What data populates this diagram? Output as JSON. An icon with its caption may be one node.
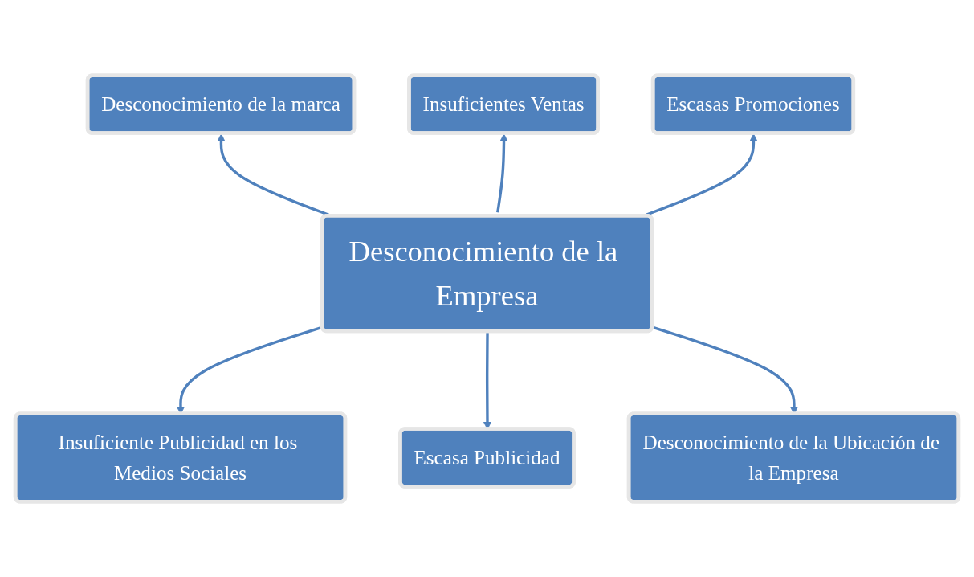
{
  "diagram": {
    "nodes": [
      {
        "text": [
          "Desconocimiento de la marca"
        ]
      },
      {
        "text": [
          "Insuficientes Ventas"
        ]
      },
      {
        "text": [
          "Escasas Promociones"
        ]
      },
      {
        "text": [
          "Desconocimiento de la Empresa"
        ]
      },
      {
        "text": [
          "Insuficiente Publicidad en los Medios Sociales"
        ]
      },
      {
        "text": [
          "Escasa Publicidad"
        ]
      },
      {
        "text": [
          "Desconocimiento de la Ubicación de la Empresa"
        ]
      }
    ],
    "edges": [
      {
        "from": 3,
        "to": 0,
        "arrow": "to"
      },
      {
        "from": 3,
        "to": 1,
        "arrow": "to"
      },
      {
        "from": 3,
        "to": 2,
        "arrow": "to"
      },
      {
        "from": 3,
        "to": 4,
        "arrow": "to"
      },
      {
        "from": 3,
        "to": 5,
        "arrow": "to"
      },
      {
        "from": 3,
        "to": 6,
        "arrow": "to"
      }
    ]
  }
}
